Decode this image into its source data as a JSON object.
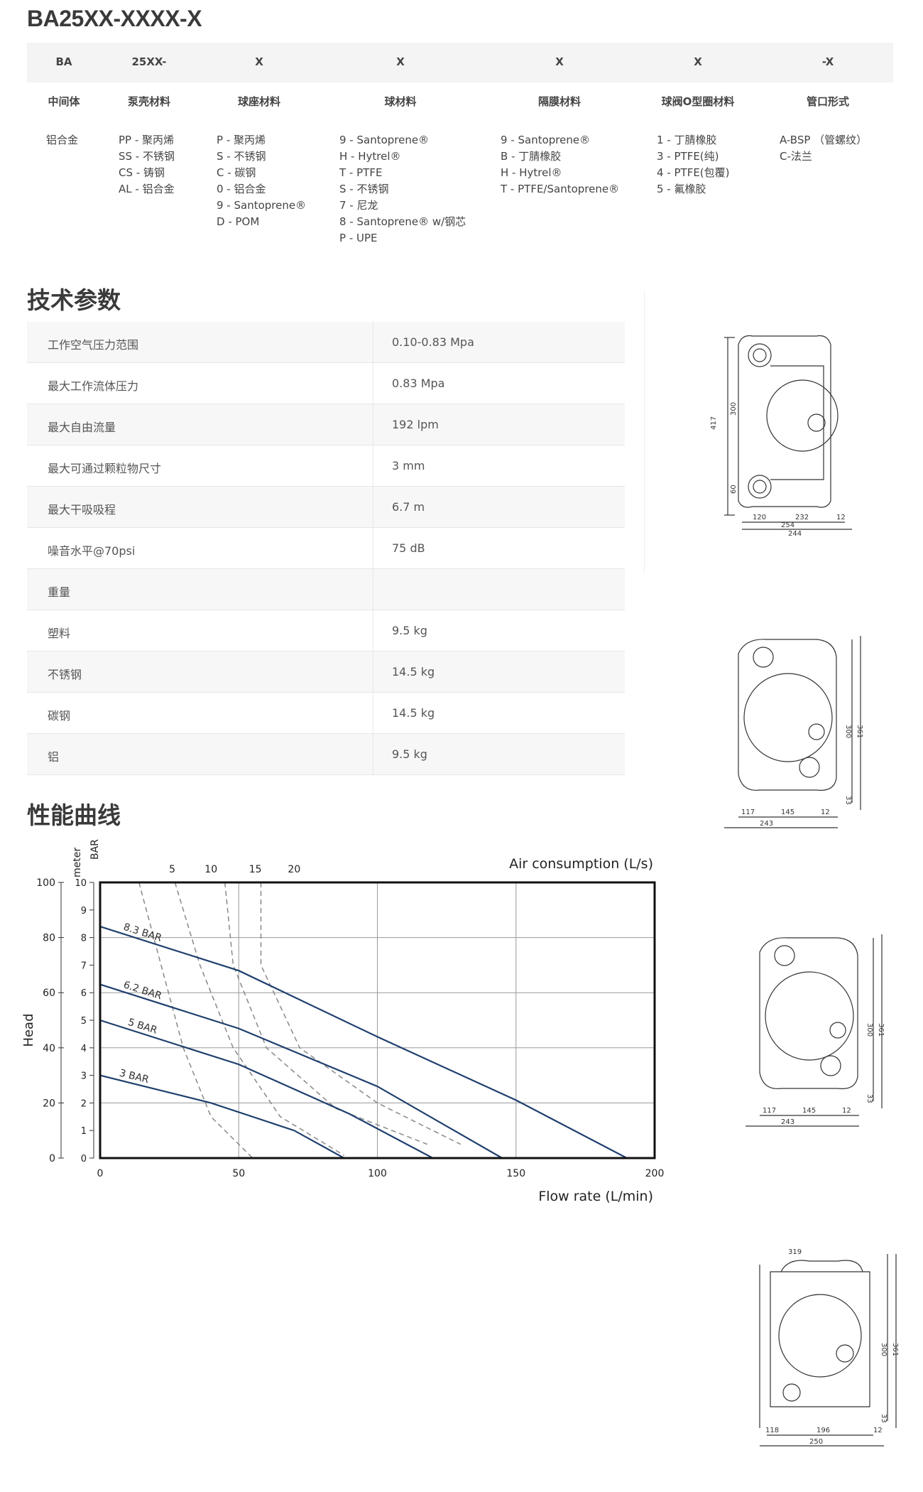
{
  "model": "BA25XX-XXXX-X",
  "code_segments": [
    "BA",
    "25XX-",
    "X",
    "X",
    "X",
    "X",
    "-X"
  ],
  "headers": [
    "中间体",
    "泵壳材料",
    "球座材料",
    "球材料",
    "隔膜材料",
    "球阀O型圈材料",
    "管口形式"
  ],
  "options": [
    [
      "铝合金"
    ],
    [
      "PP - 聚丙烯",
      "SS - 不锈钢",
      "CS - 铸钢",
      "AL - 铝合金"
    ],
    [
      "P - 聚丙烯",
      "S - 不锈钢",
      "C - 碳钢",
      "0 - 铝合金",
      "9 - Santoprene®",
      "D - POM"
    ],
    [
      "9 - Santoprene®",
      "H - Hytrel®",
      "T - PTFE",
      "S - 不锈钢",
      "7 - 尼龙",
      "8 - Santoprene® w/钢芯",
      "P - UPE"
    ],
    [
      "9 - Santoprene®",
      "B - 丁腈橡胶",
      "H - Hytrel®",
      "T - PTFE/Santoprene®"
    ],
    [
      "1 - 丁腈橡胶",
      "3 - PTFE(纯)",
      "4 - PTFE(包覆)",
      "5 - 氟橡胶"
    ],
    [
      "A-BSP （管螺纹）",
      "C-法兰"
    ]
  ],
  "specs_title": "技术参数",
  "specs": [
    {
      "label": "工作空气压力范围",
      "value": "0.10-0.83 Mpa"
    },
    {
      "label": "最大工作流体压力",
      "value": "0.83 Mpa"
    },
    {
      "label": "最大自由流量",
      "value": "192 lpm"
    },
    {
      "label": "最大可通过颗粒物尺寸",
      "value": "3 mm"
    },
    {
      "label": "最大干吸吸程",
      "value": "6.7 m"
    },
    {
      "label": "噪音水平@70psi",
      "value": "75 dB"
    },
    {
      "label": "重量",
      "value": ""
    },
    {
      "label": "塑料",
      "value": "9.5 kg"
    },
    {
      "label": "不锈钢",
      "value": "14.5 kg"
    },
    {
      "label": "碳钢",
      "value": "14.5 kg"
    },
    {
      "label": "铝",
      "value": "9.5 kg"
    }
  ],
  "curve_title": "性能曲线",
  "drawings": [
    {
      "dims": [
        "417",
        "300",
        "120",
        "232",
        "254",
        "244",
        "12",
        "60"
      ]
    },
    {
      "dims": [
        "300",
        "361",
        "33",
        "145",
        "12",
        "117",
        "243"
      ]
    },
    {
      "dims": [
        "300",
        "361",
        "33",
        "145",
        "12",
        "117",
        "243"
      ]
    },
    {
      "dims": [
        "319",
        "300",
        "361",
        "33",
        "196",
        "250",
        "12",
        "118"
      ]
    }
  ],
  "chart_data": {
    "type": "line",
    "xlabel": "Flow rate (L/min)",
    "ylabel": "Head",
    "top_label": "Air consumption (L/s)",
    "y_units": [
      "meter",
      "BAR"
    ],
    "xlim": [
      0,
      200
    ],
    "ylim_bar": [
      0,
      10
    ],
    "ylim_meter": [
      0,
      100
    ],
    "x_ticks": [
      "0",
      "50",
      "100",
      "150",
      "200"
    ],
    "meter_ticks": [
      "0",
      "20",
      "40",
      "60",
      "80",
      "100"
    ],
    "bar_ticks": [
      "0",
      "1",
      "2",
      "3",
      "4",
      "5",
      "6",
      "7",
      "8",
      "9",
      "10"
    ],
    "air_ticks": [
      "5",
      "10",
      "15",
      "20"
    ],
    "series": [
      {
        "name": "8.3 BAR",
        "points": [
          [
            0,
            8.4
          ],
          [
            50,
            6.8
          ],
          [
            100,
            4.4
          ],
          [
            150,
            2.1
          ],
          [
            190,
            0
          ]
        ]
      },
      {
        "name": "6.2 BAR",
        "points": [
          [
            0,
            6.3
          ],
          [
            50,
            4.7
          ],
          [
            100,
            2.6
          ],
          [
            145,
            0
          ]
        ]
      },
      {
        "name": "5 BAR",
        "points": [
          [
            0,
            5.0
          ],
          [
            50,
            3.4
          ],
          [
            90,
            1.6
          ],
          [
            120,
            0
          ]
        ]
      },
      {
        "name": "3 BAR",
        "points": [
          [
            0,
            3.0
          ],
          [
            40,
            2.0
          ],
          [
            70,
            1.0
          ],
          [
            88,
            0
          ]
        ]
      }
    ],
    "air_curves": [
      {
        "name": "5",
        "points": [
          [
            14,
            10
          ],
          [
            22,
            7
          ],
          [
            30,
            4
          ],
          [
            40,
            1.5
          ],
          [
            55,
            0
          ]
        ]
      },
      {
        "name": "10",
        "points": [
          [
            27,
            10
          ],
          [
            36,
            7
          ],
          [
            48,
            4
          ],
          [
            65,
            1.5
          ],
          [
            88,
            0.1
          ]
        ]
      },
      {
        "name": "15",
        "points": [
          [
            45,
            10
          ],
          [
            48,
            7
          ],
          [
            60,
            4
          ],
          [
            85,
            1.8
          ],
          [
            118,
            0.5
          ]
        ]
      },
      {
        "name": "20",
        "points": [
          [
            58,
            10
          ],
          [
            58,
            7
          ],
          [
            72,
            4
          ],
          [
            100,
            2.0
          ],
          [
            130,
            0.5
          ]
        ]
      }
    ]
  }
}
